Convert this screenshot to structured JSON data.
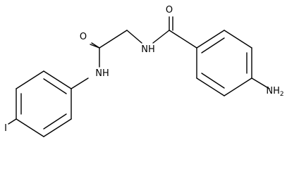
{
  "molecule": {
    "labels": {
      "oxygen_left": "O",
      "oxygen_right": "O",
      "nh_amide_left": "NH",
      "nh_amide_right": "NH",
      "amine": "NH",
      "amine_subscript": "2",
      "iodine": "I"
    }
  }
}
